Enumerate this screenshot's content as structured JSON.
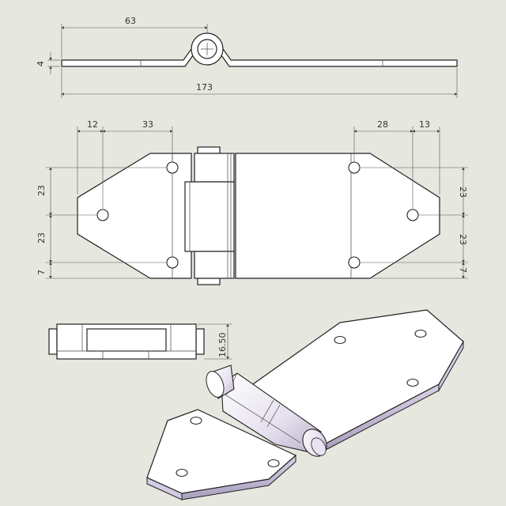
{
  "colors": {
    "background": "#e6e7df",
    "line": "#222222",
    "part_fill": "#ffffff",
    "edge_shade": "#c9c1d8"
  },
  "dimensions": {
    "side_view": {
      "pin_offset": "63",
      "thickness": "4",
      "overall_length": "173"
    },
    "top_view": {
      "left_edge_to_hole": "12",
      "left_hole_spacing": "33",
      "right_hole_spacing": "28",
      "right_edge_to_hole": "13",
      "left_upper_vertical": "23",
      "left_lower_vertical": "23",
      "left_bottom_edge": "7",
      "right_upper_vertical": "23",
      "right_lower_vertical": "23",
      "right_bottom_edge": "7"
    },
    "front_view": {
      "height": "16.50"
    }
  }
}
